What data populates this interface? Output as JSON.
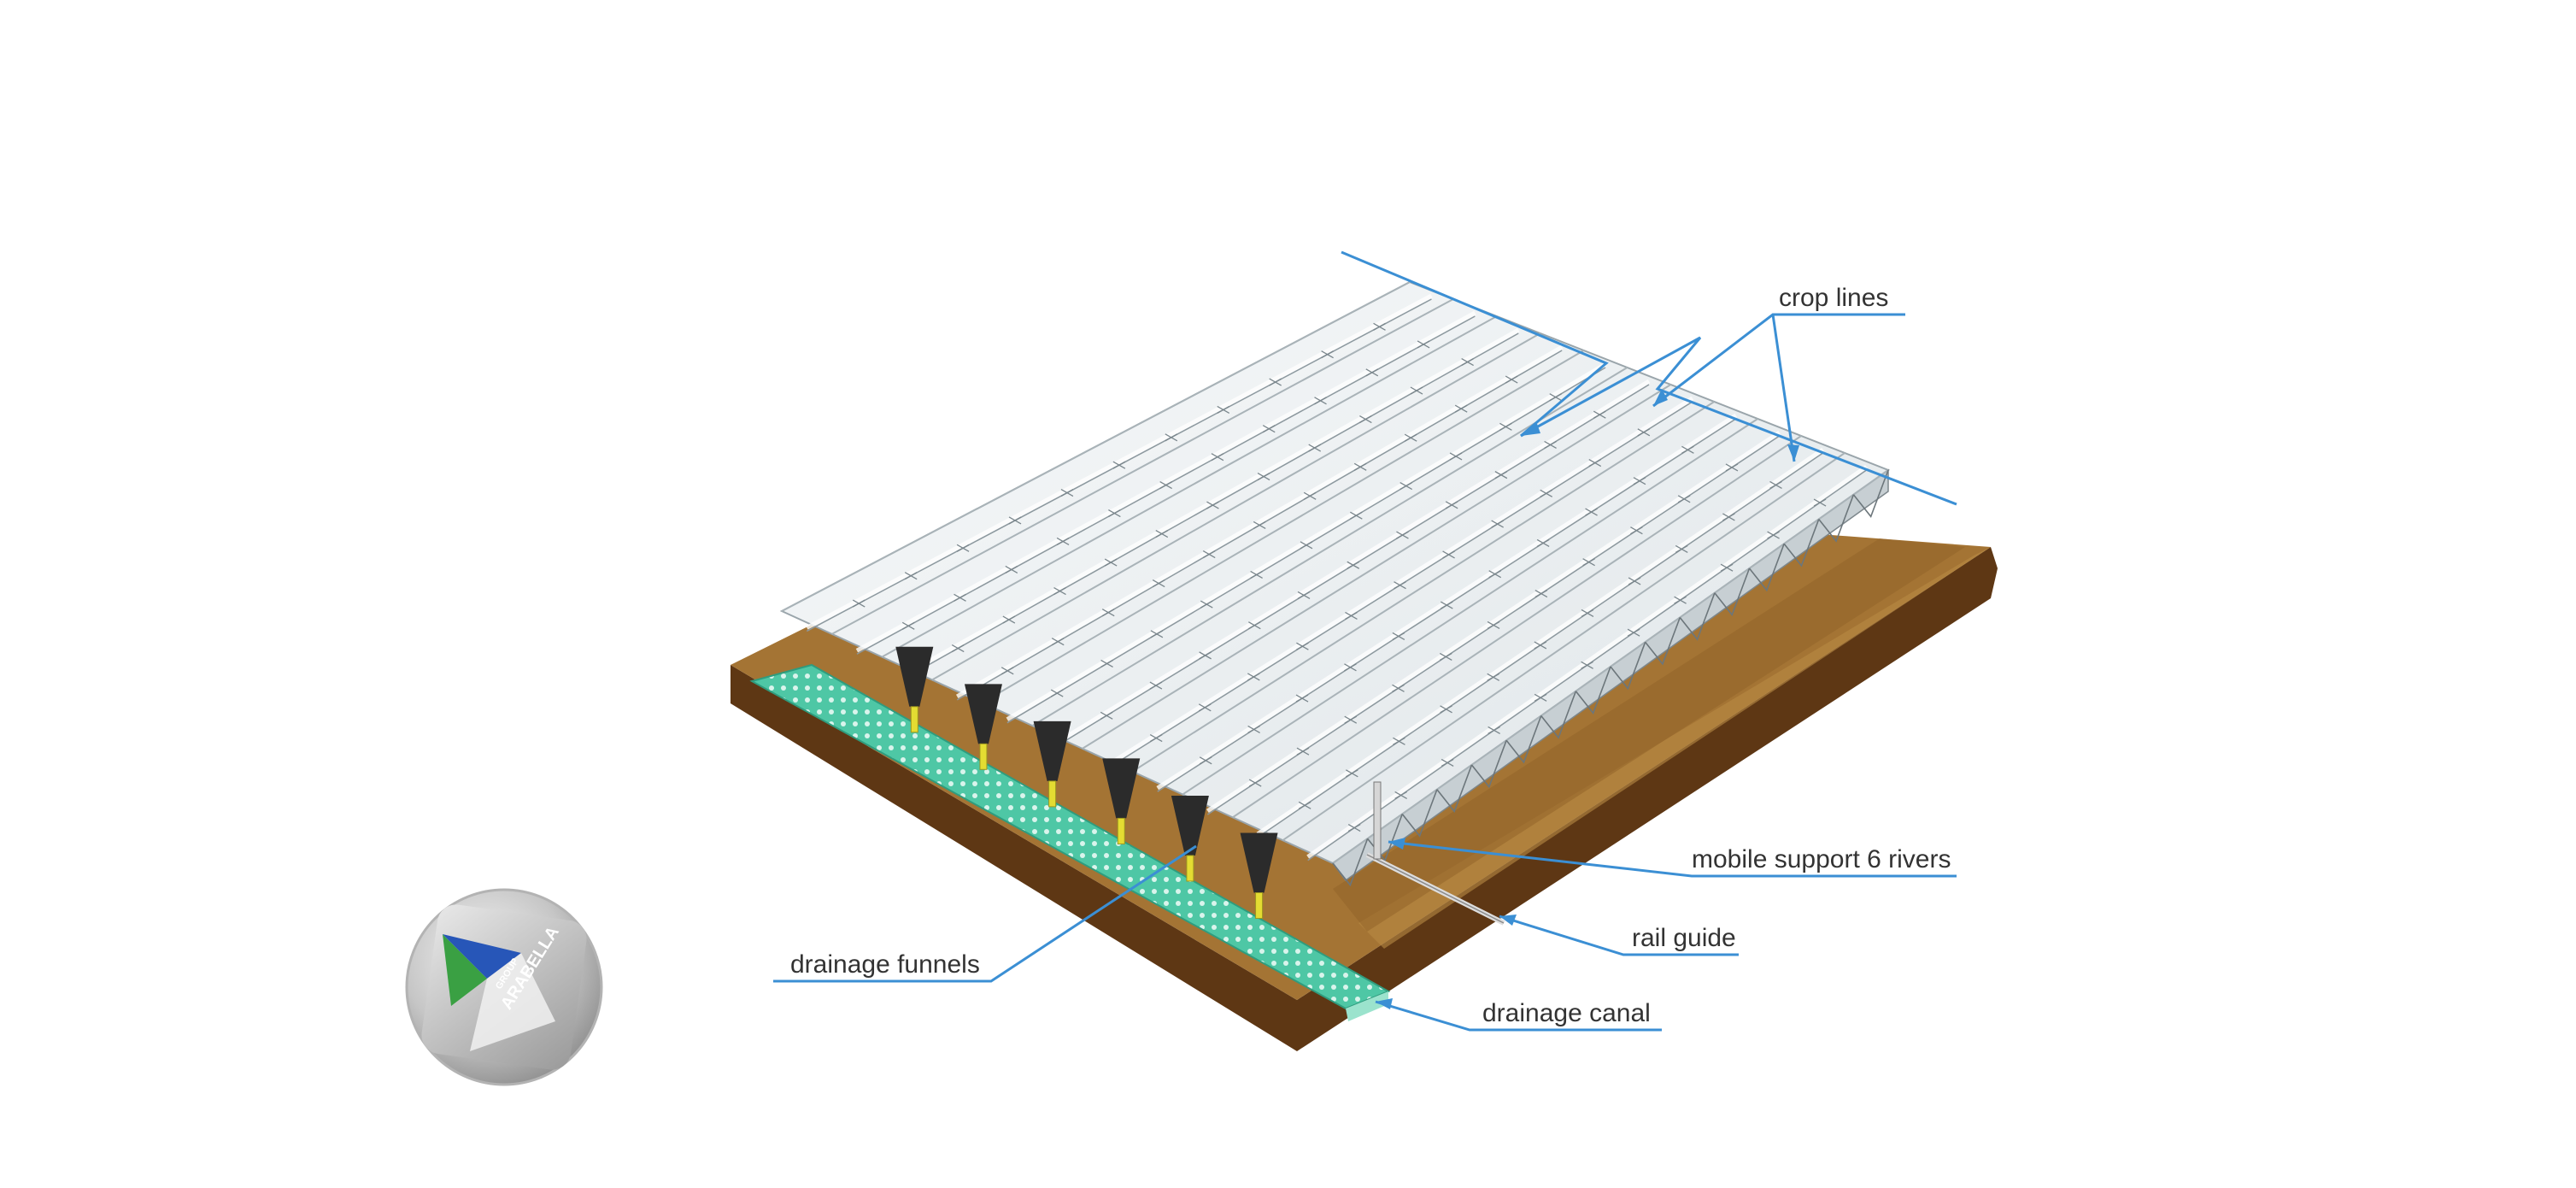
{
  "diagram": {
    "labels": {
      "crop_lines": "crop lines",
      "mobile_support": "mobile support 6 rivers",
      "rail_guide": "rail guide",
      "drainage_funnels": "drainage funnels",
      "drainage_canal": "drainage canal"
    }
  },
  "logo": {
    "brand": "ARABELLA",
    "group": "GROUP"
  },
  "colors": {
    "callout_line": "#3b8fd4",
    "soil_top": "#a47434",
    "soil_side": "#5e3714",
    "canal_green": "#4ec7a5",
    "membrane": "#eef2f4",
    "funnel": "#2b2b2b",
    "pipe_yellow": "#e4dc32"
  }
}
